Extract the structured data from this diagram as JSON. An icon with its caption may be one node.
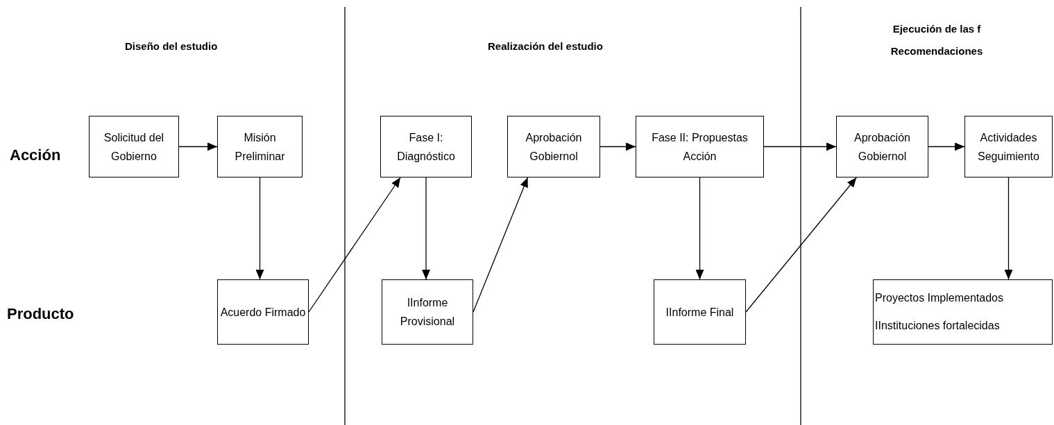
{
  "diagram": {
    "nodes": [
      {
        "text": [
          "Solicitud del Gobierno"
        ]
      },
      {
        "text": [
          "Misión Preliminar"
        ]
      },
      {
        "text": [
          "Fase I: Diagnóstico"
        ]
      },
      {
        "text": [
          "Aprobación Gobiernol"
        ]
      },
      {
        "text": [
          "Fase II: Propuestas Acción"
        ]
      },
      {
        "text": [
          "Aprobación Gobiernol"
        ]
      },
      {
        "text": [
          "Actividades Seguimiento"
        ]
      },
      {
        "text": [
          "Acuerdo Firmado"
        ]
      },
      {
        "text": [
          "IInforme Provisional"
        ]
      },
      {
        "text": [
          "IInforme Final"
        ]
      },
      {
        "text": [
          "Proyectos Implementados",
          "IInstituciones fortalecidas"
        ]
      }
    ],
    "edges": [
      {
        "from": 0,
        "to": 1,
        "arrow": "to"
      },
      {
        "from": 1,
        "to": 7,
        "arrow": "to"
      },
      {
        "from": 7,
        "to": 2,
        "arrow": "to"
      },
      {
        "from": 2,
        "to": 8,
        "arrow": "to"
      },
      {
        "from": 8,
        "to": 3,
        "arrow": "to"
      },
      {
        "from": 3,
        "to": 4,
        "arrow": "to"
      },
      {
        "from": 4,
        "to": 9,
        "arrow": "to"
      },
      {
        "from": 9,
        "to": 5,
        "arrow": "to"
      },
      {
        "from": 4,
        "to": 5,
        "arrow": "to"
      },
      {
        "from": 5,
        "to": 6,
        "arrow": "to"
      },
      {
        "from": 6,
        "to": 10,
        "arrow": "to"
      }
    ],
    "labels": [
      "Diseño del estudio",
      "Realización del estudio",
      "Ejecución de las f Recomendaciones",
      "Acción",
      "Producto"
    ]
  }
}
